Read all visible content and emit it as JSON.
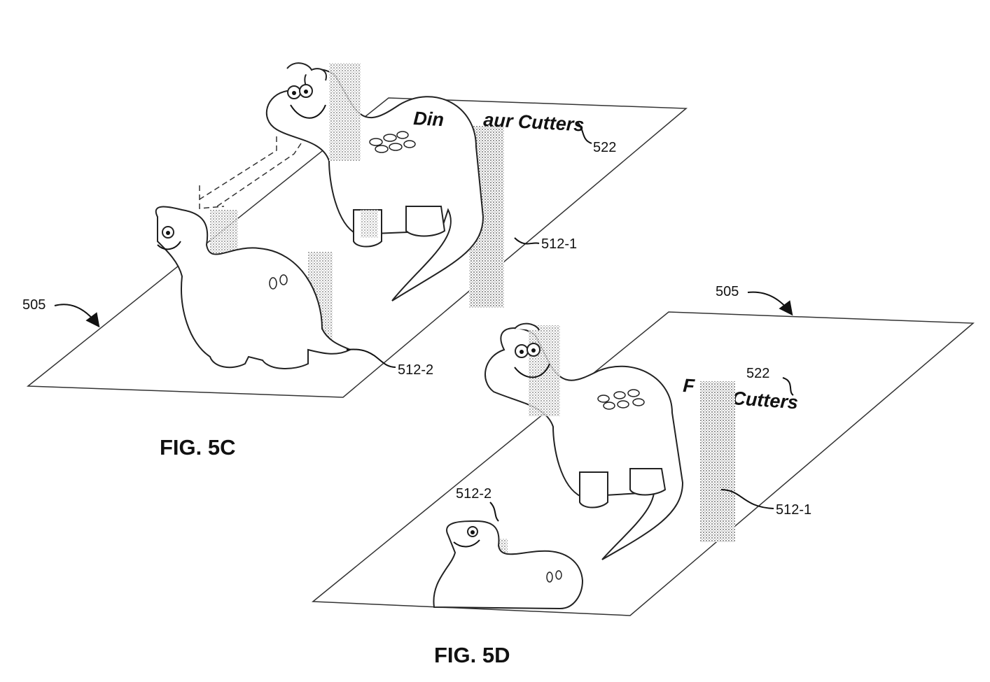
{
  "figures": [
    {
      "caption": "FIG. 5C",
      "labels": {
        "surface": "505",
        "dino_large": "512-1",
        "dino_small": "512-2",
        "text_ref": "522"
      },
      "printed_text_fragments": [
        "Din",
        "aur Cutters"
      ]
    },
    {
      "caption": "FIG. 5D",
      "labels": {
        "surface": "505",
        "dino_large": "512-1",
        "dino_small": "512-2",
        "text_ref": "522"
      },
      "printed_text_fragments": [
        "F",
        "Cutters"
      ]
    }
  ]
}
